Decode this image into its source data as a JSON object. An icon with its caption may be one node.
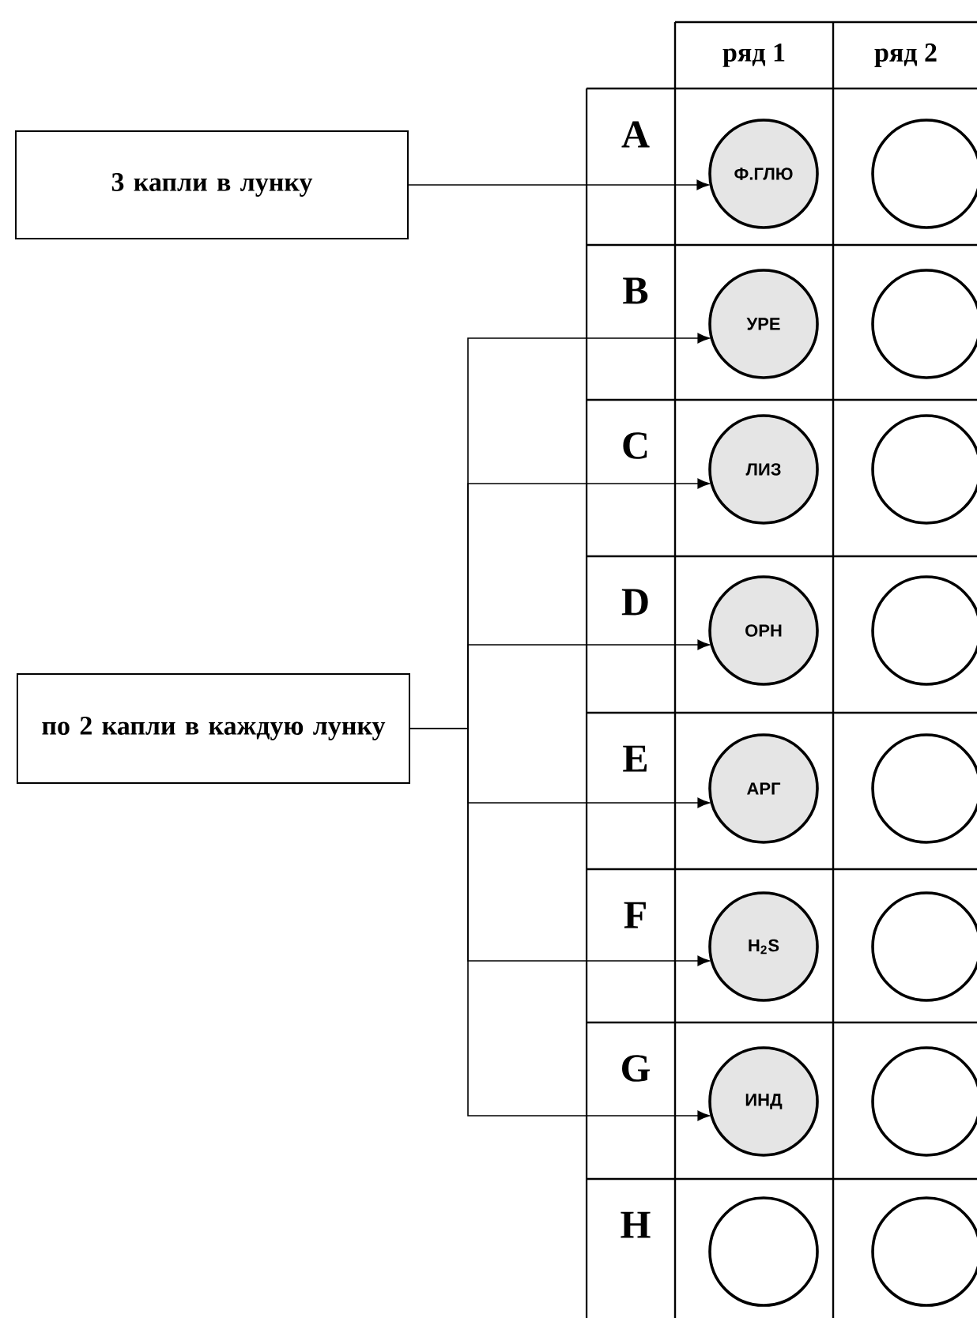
{
  "diagram": {
    "nodes": [
      {
        "text": [
          "3 капли в лунку"
        ]
      },
      {
        "text": [
          "по 2 капли в каждую лунку"
        ]
      },
      {
        "text": [
          "Ф.ГЛЮ"
        ]
      },
      {
        "text": [],
        "shape": "circle"
      },
      {
        "text": [
          "УРЕ"
        ]
      },
      {
        "text": [],
        "shape": "circle"
      },
      {
        "text": [
          "ЛИЗ"
        ]
      },
      {
        "text": [],
        "shape": "circle"
      },
      {
        "text": [
          "ОРН"
        ]
      },
      {
        "text": [],
        "shape": "circle"
      },
      {
        "text": [
          "АРГ"
        ]
      },
      {
        "text": [],
        "shape": "circle"
      },
      {
        "text": [
          "H$_{2}$S"
        ]
      },
      {
        "text": [],
        "shape": "circle"
      },
      {
        "text": [
          "ИНД"
        ]
      },
      {
        "text": [],
        "shape": "circle"
      },
      {
        "text": [],
        "shape": "circle"
      },
      {
        "text": [],
        "shape": "circle"
      }
    ],
    "edges": [
      {
        "from": 0,
        "to": 2,
        "arrow": "to"
      },
      {
        "from": 1,
        "to": 4,
        "arrow": "to"
      },
      {
        "from": 1,
        "to": 6,
        "arrow": "to"
      },
      {
        "from": 1,
        "to": 8,
        "arrow": "to"
      },
      {
        "from": 1,
        "to": 10,
        "arrow": "to"
      },
      {
        "from": 1,
        "to": 12,
        "arrow": "to"
      },
      {
        "from": 1,
        "to": 14,
        "arrow": "to"
      }
    ],
    "labels": [
      "ряд 1",
      "ряд 2",
      "A",
      "B",
      "C",
      "D",
      "E",
      "F",
      "G",
      "H"
    ]
  }
}
